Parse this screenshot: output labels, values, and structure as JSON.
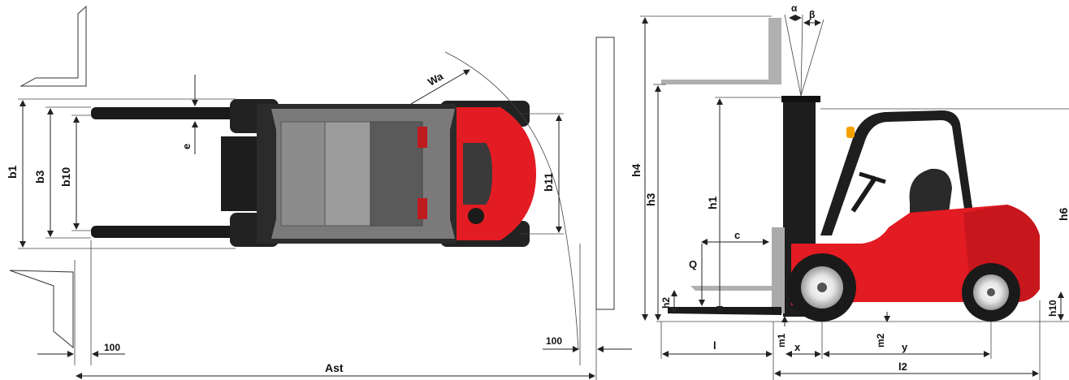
{
  "labels": {
    "b1": "b1",
    "b3": "b3",
    "b10": "b10",
    "b11": "b11",
    "e": "e",
    "wa": "Wa",
    "hundred_left": "100",
    "hundred_right": "100",
    "ast": "Ast",
    "h4": "h4",
    "h3": "h3",
    "h1": "h1",
    "h2": "h2",
    "h6": "h6",
    "h10": "h10",
    "c": "c",
    "q": "Q",
    "alpha": "α",
    "beta": "β",
    "l": "l",
    "m1": "m1",
    "x": "x",
    "m2": "m2",
    "y": "y",
    "l2": "l2"
  },
  "colors": {
    "body_red": "#e31b23",
    "dark_body": "#2b2b2b",
    "grey_body": "#7a7a7a",
    "fork_black": "#1a1a1a",
    "fork_grey": "#b0b0b0"
  }
}
